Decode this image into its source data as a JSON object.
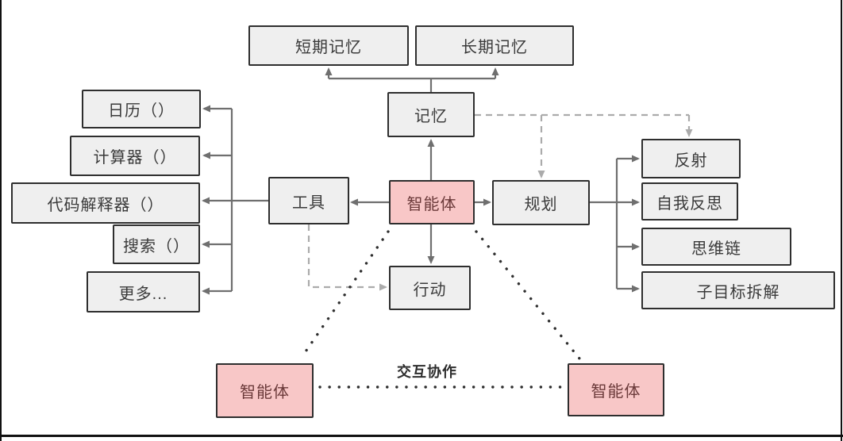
{
  "diagram_title": "",
  "colors": {
    "background": "#ffffff",
    "frame_border": "#111111",
    "node_fill": "#efefef",
    "node_border": "#2e2e2e",
    "node_text": "#3a3a3a",
    "agent_fill": "#f8c7c7",
    "agent_text": "#6b3a3a",
    "solid_line": "#6f6f6f",
    "dashed_line": "#ababab",
    "dotted_line": "#2f2f2f"
  },
  "nodes": {
    "short_term_memory": {
      "label": "短期记忆"
    },
    "long_term_memory": {
      "label": "长期记忆"
    },
    "memory": {
      "label": "记忆"
    },
    "calendar": {
      "label": "日历（）"
    },
    "calculator": {
      "label": "计算器（）"
    },
    "code_interpreter": {
      "label": "代码解释器（）"
    },
    "search": {
      "label": "搜索（）"
    },
    "more": {
      "label": "更多..."
    },
    "tools": {
      "label": "工具"
    },
    "agent": {
      "label": "智能体"
    },
    "planning": {
      "label": "规划"
    },
    "action": {
      "label": "行动"
    },
    "reflection": {
      "label": "反射"
    },
    "self_reflection": {
      "label": "自我反思"
    },
    "chain_of_thought": {
      "label": "思维链"
    },
    "subgoal_decomposition": {
      "label": "子目标拆解"
    },
    "agent_left": {
      "label": "智能体"
    },
    "agent_right": {
      "label": "智能体"
    }
  },
  "labels": {
    "collaboration": "交互协作"
  },
  "edges": [
    {
      "from": "memory",
      "to": "short_term_memory",
      "style": "solid-arrow"
    },
    {
      "from": "memory",
      "to": "long_term_memory",
      "style": "solid-arrow"
    },
    {
      "from": "agent",
      "to": "memory",
      "style": "solid-arrow"
    },
    {
      "from": "agent",
      "to": "tools",
      "style": "solid-arrow"
    },
    {
      "from": "agent",
      "to": "planning",
      "style": "solid-arrow"
    },
    {
      "from": "agent",
      "to": "action",
      "style": "solid-arrow"
    },
    {
      "from": "tools",
      "to": "calendar",
      "style": "solid-arrow"
    },
    {
      "from": "tools",
      "to": "calculator",
      "style": "solid-arrow"
    },
    {
      "from": "tools",
      "to": "code_interpreter",
      "style": "solid-arrow"
    },
    {
      "from": "tools",
      "to": "search",
      "style": "solid-arrow"
    },
    {
      "from": "tools",
      "to": "more",
      "style": "solid-arrow"
    },
    {
      "from": "planning",
      "to": "reflection",
      "style": "solid-arrow"
    },
    {
      "from": "planning",
      "to": "self_reflection",
      "style": "solid-arrow"
    },
    {
      "from": "planning",
      "to": "chain_of_thought",
      "style": "solid-arrow"
    },
    {
      "from": "planning",
      "to": "subgoal_decomposition",
      "style": "solid-arrow"
    },
    {
      "from": "memory",
      "to": "planning",
      "style": "dashed-arrow"
    },
    {
      "from": "memory",
      "to": "reflection",
      "style": "dashed-arrow"
    },
    {
      "from": "tools",
      "to": "action",
      "style": "dashed-arrow"
    },
    {
      "from": "agent",
      "to": "agent_left",
      "style": "dotted"
    },
    {
      "from": "agent",
      "to": "agent_right",
      "style": "dotted"
    },
    {
      "from": "agent_left",
      "to": "agent_right",
      "style": "dotted",
      "label": "交互协作"
    }
  ]
}
